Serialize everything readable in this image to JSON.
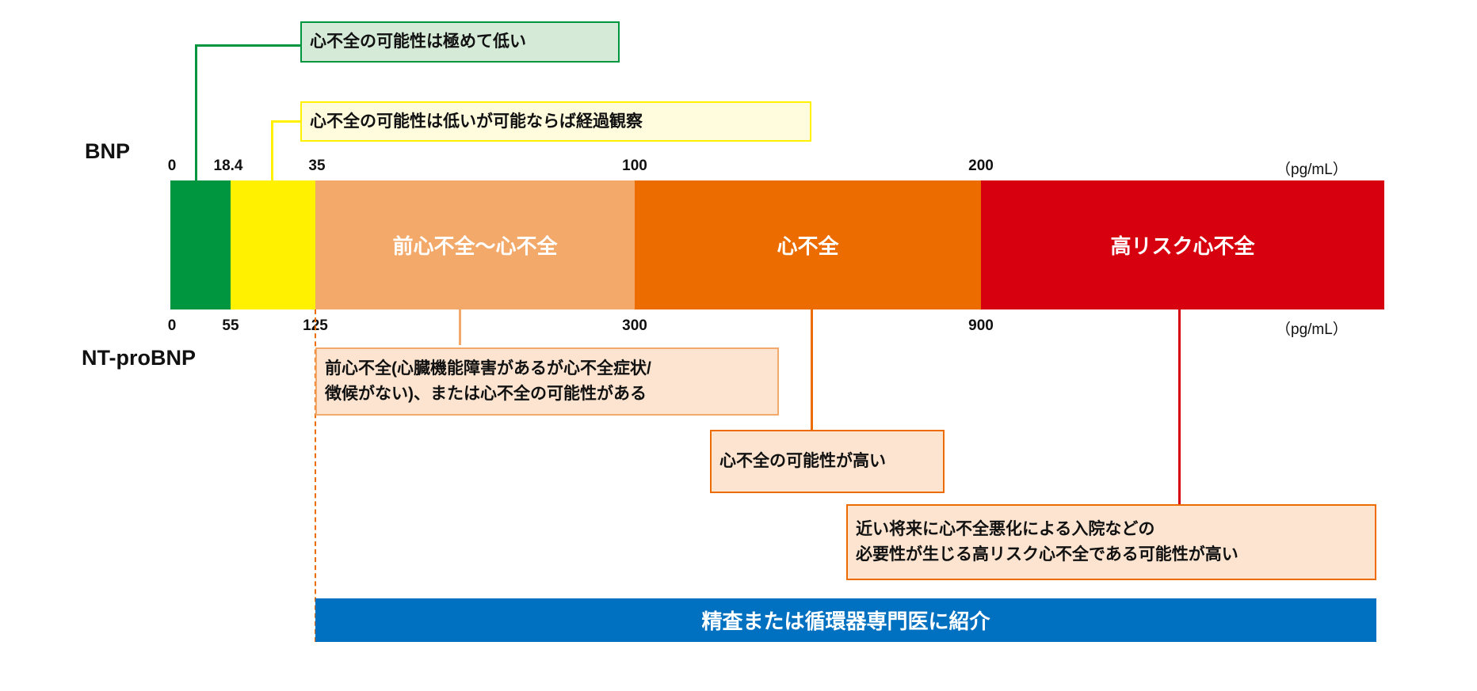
{
  "labels": {
    "bnp": "BNP",
    "ntprobnp": "NT-proBNP"
  },
  "units": {
    "bnp": "（pg/mL）",
    "ntprobnp": "（pg/mL）"
  },
  "bnp_ticks": [
    "0",
    "18.4",
    "35",
    "100",
    "200"
  ],
  "ntprobnp_ticks": [
    "0",
    "55",
    "125",
    "300",
    "900"
  ],
  "segments": [
    {
      "label": "",
      "color": "#009640"
    },
    {
      "label": "",
      "color": "#FFF100"
    },
    {
      "label": "前心不全～心不全",
      "color": "#F3A969"
    },
    {
      "label": "心不全",
      "color": "#EC6C00"
    },
    {
      "label": "高リスク心不全",
      "color": "#D7000F"
    }
  ],
  "callouts": {
    "very_low": "心不全の可能性は極めて低い",
    "low": "心不全の可能性は低いが可能ならば経過観察",
    "pre_hf": [
      "前心不全(心臓機能障害があるが心不全症状/",
      "徴候がない)、または心不全の可能性がある"
    ],
    "hf_likely": "心不全の可能性が高い",
    "high_risk": [
      "近い将来に心不全悪化による入院などの",
      "必要性が生じる高リスク心不全である可能性が高い"
    ]
  },
  "referral": "精査または循環器専門医に紹介",
  "colors": {
    "referral": "#0070C0",
    "callout_fill": "#FCE4D0",
    "green_fill": "#D6EAD8",
    "yellow_fill": "#FFFBDD"
  }
}
